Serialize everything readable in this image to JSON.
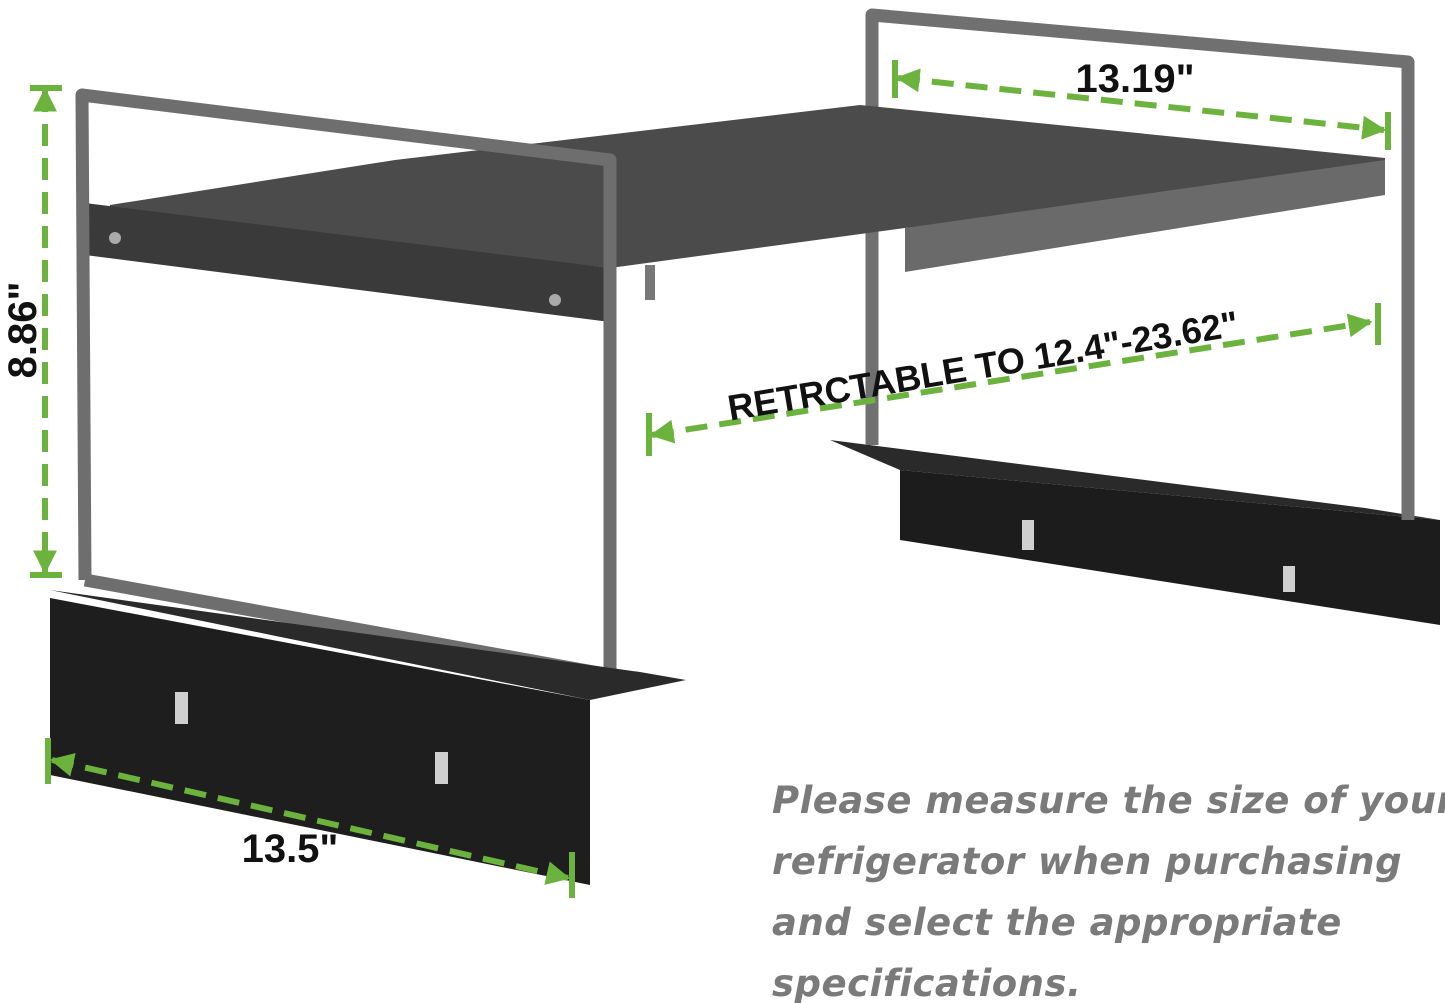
{
  "dimensions": {
    "depth_label": "13.19\"",
    "height_label": "8.86\"",
    "width_label": "RETRCTABLE TO 12.4\"-23.62\"",
    "base_label": "13.5\""
  },
  "note": {
    "lines": [
      "Please measure the size of your",
      "refrigerator when purchasing",
      "and select the appropriate",
      "specifications."
    ]
  },
  "colors": {
    "dimension_line": "#6cb33e",
    "frame": "#6e6e6e",
    "shelf": "#4a4a4a",
    "feet": "#1f1f1f",
    "note_text": "#7a7a7a"
  }
}
